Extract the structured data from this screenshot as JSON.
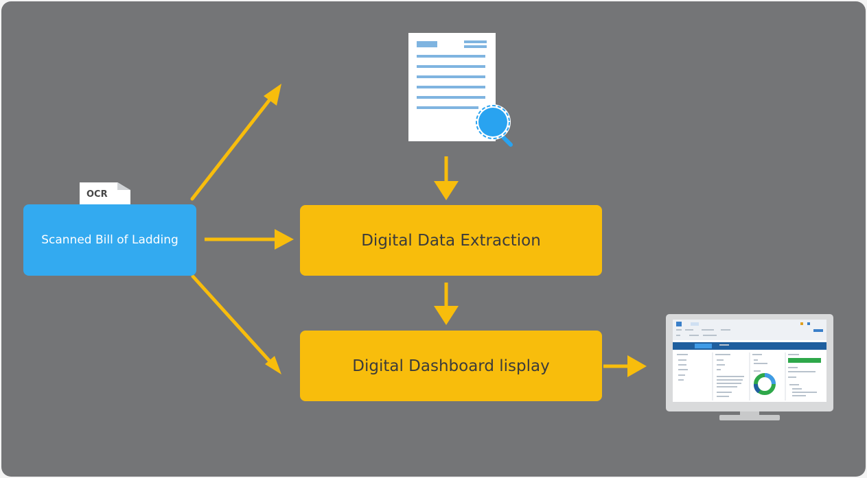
{
  "nodes": {
    "scanned_label": "Scanned Bill of Ladding",
    "ocr_label": "OCR",
    "extraction_label": "Digital Data Extraction",
    "dashboard_label": "Digital Dashboard lisplay"
  },
  "colors": {
    "background": "#747577",
    "blue_box": "#33aaf0",
    "yellow_box": "#f8bd0c",
    "arrow": "#f8bd0c",
    "magnifier": "#29a3f0"
  },
  "icons": {
    "document": "document-with-magnifier-icon",
    "monitor": "monitor-dashboard-icon",
    "ocr_tag": "file-tag-icon"
  }
}
